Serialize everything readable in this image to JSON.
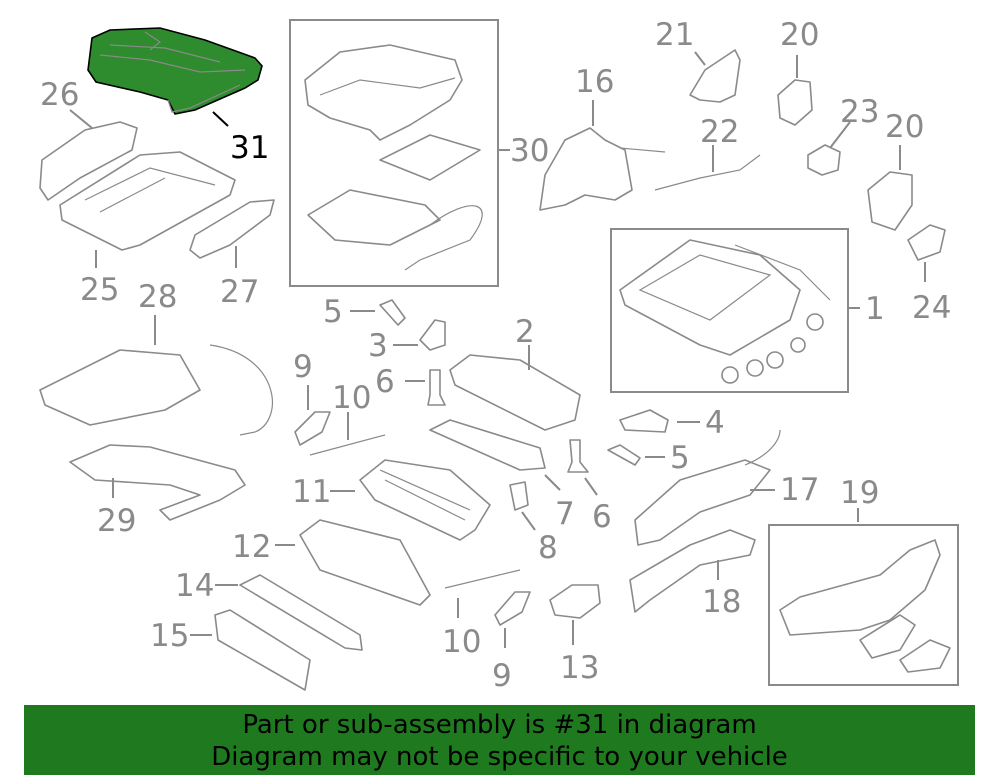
{
  "callouts": [
    "31",
    "26",
    "25",
    "27",
    "30",
    "16",
    "21",
    "22",
    "20",
    "23",
    "20",
    "24",
    "1",
    "28",
    "5",
    "3",
    "2",
    "6",
    "9",
    "10",
    "4",
    "5",
    "11",
    "7",
    "6",
    "29",
    "8",
    "12",
    "14",
    "15",
    "10",
    "9",
    "13",
    "17",
    "18",
    "19"
  ],
  "banner": {
    "line1": "Part or sub-assembly is #31 in diagram",
    "line2": "Diagram may not be specific to your vehicle"
  },
  "highlight": {
    "part": "31",
    "color": "#1f7a1f"
  }
}
